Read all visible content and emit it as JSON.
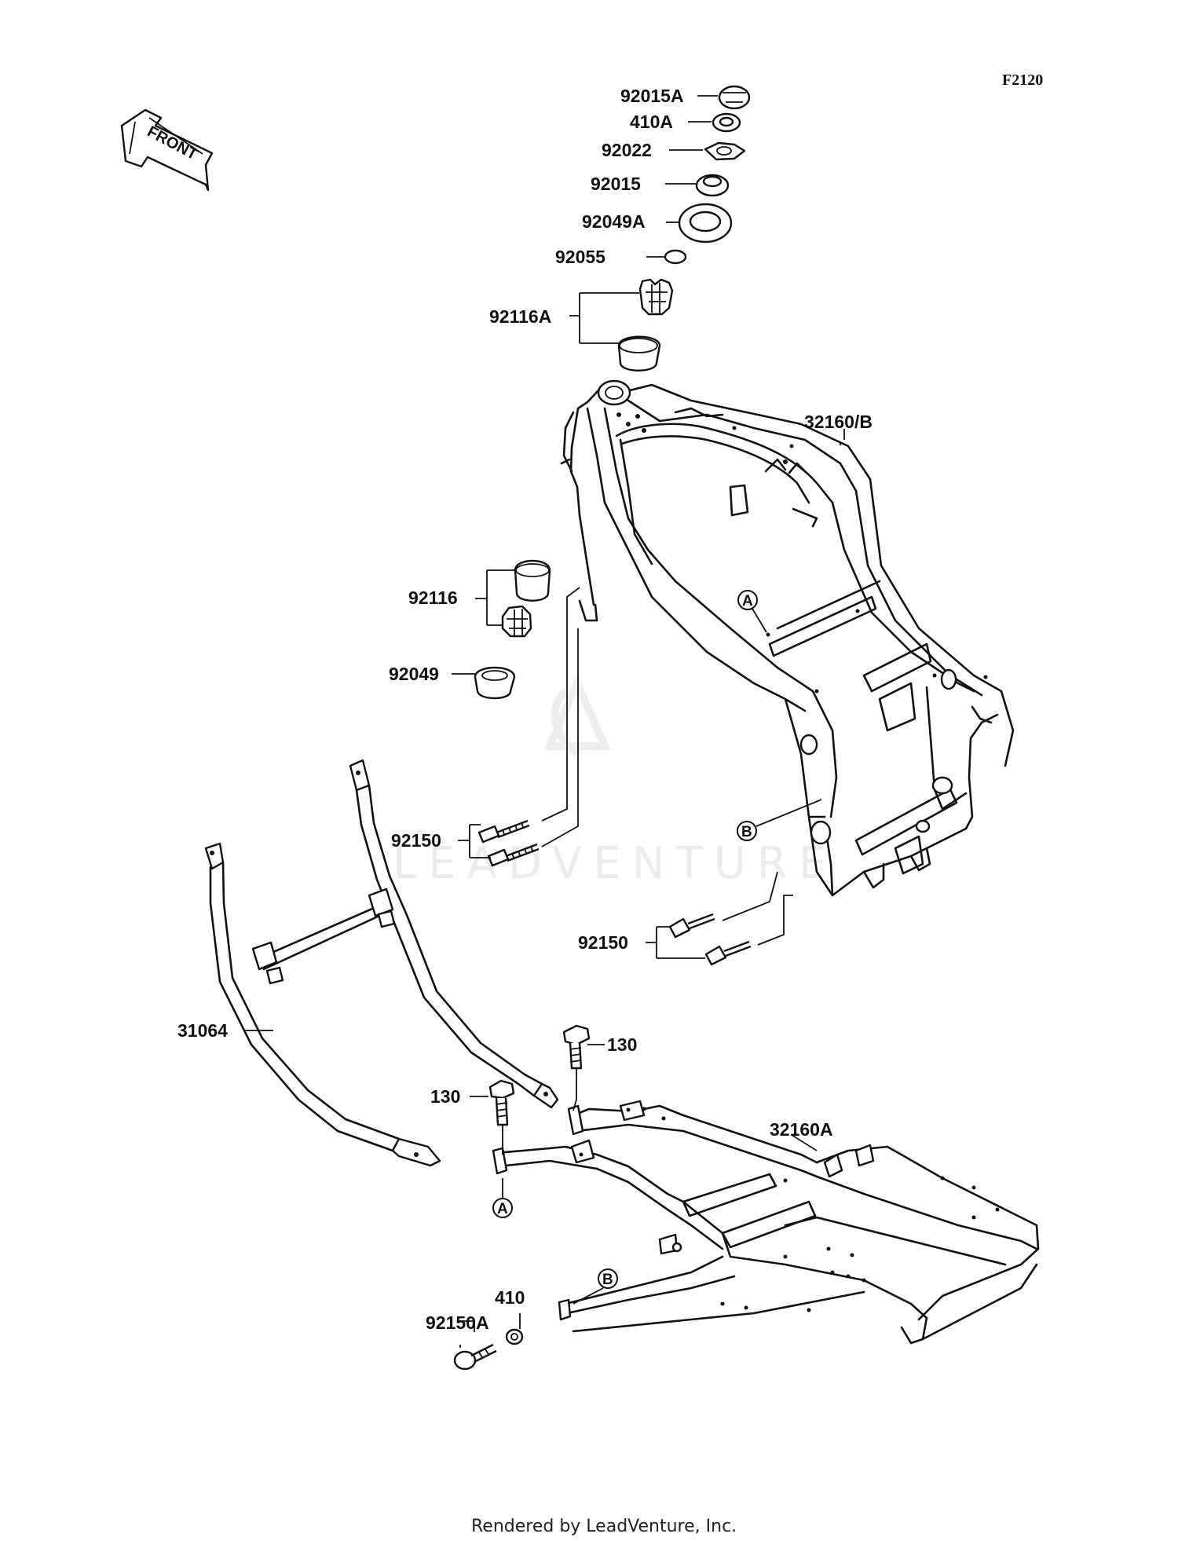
{
  "figure_id": "F2120",
  "front_arrow_label": "FRONT",
  "watermark": "LEADVENTURE",
  "footer": "Rendered by LeadVenture, Inc.",
  "reference_markers": [
    "A",
    "B"
  ],
  "callouts": {
    "p92015A": "92015A",
    "p410A": "410A",
    "p92022": "92022",
    "p92015": "92015",
    "p92049A": "92049A",
    "p92055": "92055",
    "p92116A": "92116A",
    "p32160B": "32160/B",
    "p92116": "92116",
    "p92049": "92049",
    "p92150_left": "92150",
    "p92150_right": "92150",
    "p31064": "31064",
    "p130_right": "130",
    "p130_left": "130",
    "p32160A": "32160A",
    "p410": "410",
    "p92150A": "92150A"
  }
}
